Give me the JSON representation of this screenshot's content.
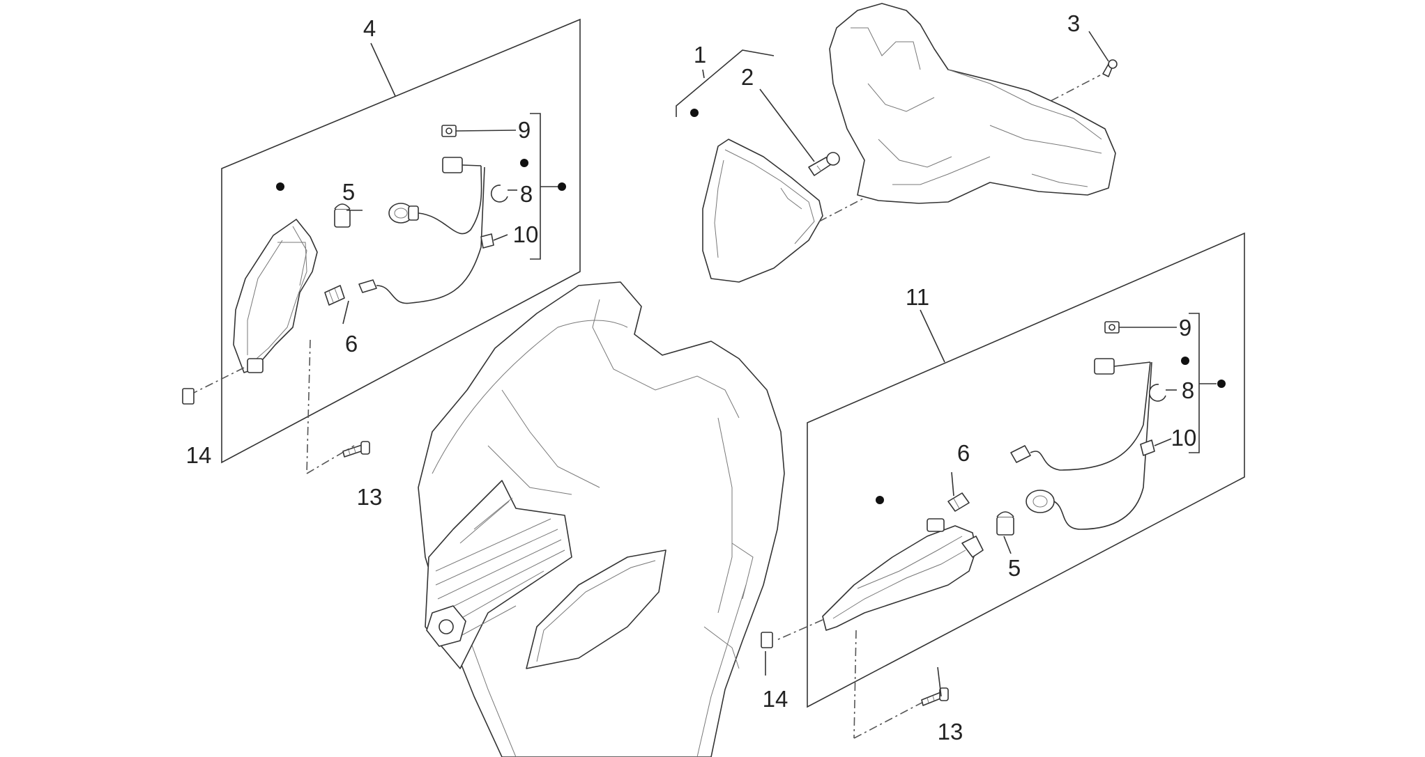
{
  "diagram": {
    "labels": {
      "l1": "1",
      "l2": "2",
      "l3": "3",
      "l4": "4",
      "l5a": "5",
      "l6a": "6",
      "l8a": "8",
      "l9a": "9",
      "l10a": "10",
      "l13a": "13",
      "l14a": "14",
      "l11": "11",
      "l5b": "5",
      "l6b": "6",
      "l8b": "8",
      "l9b": "9",
      "l10b": "10",
      "l13b": "13",
      "l14b": "14"
    }
  }
}
